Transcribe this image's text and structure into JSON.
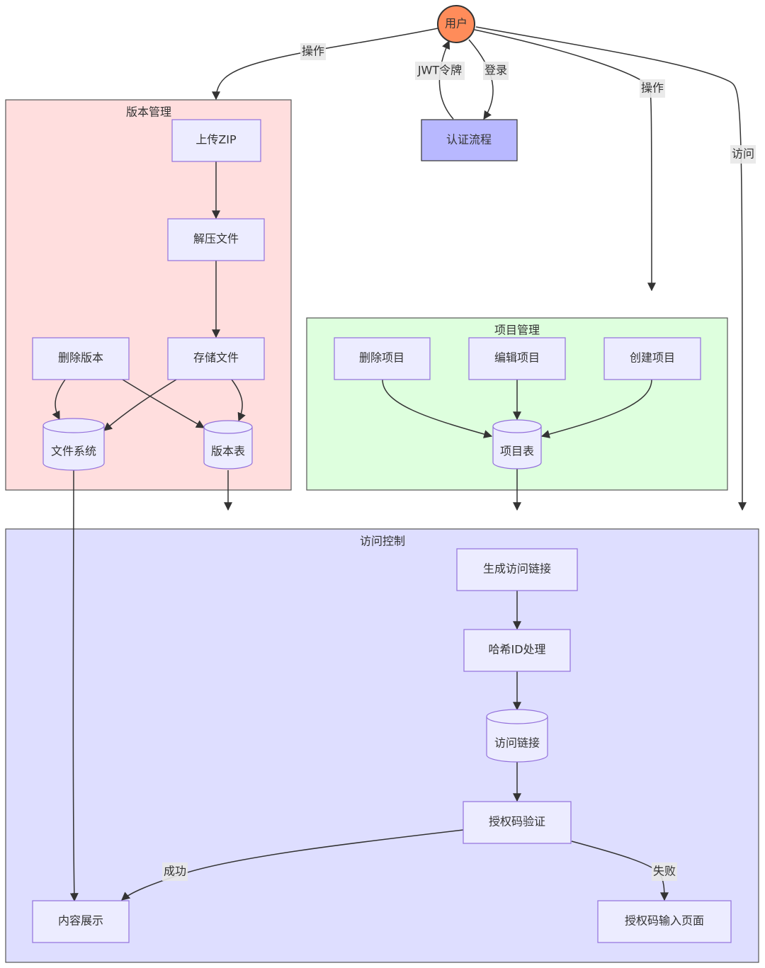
{
  "colors": {
    "user_node": "#FF8C5A",
    "auth_node": "#B8B8FF",
    "node_fill": "#ECECFF",
    "node_stroke": "#9370DB",
    "cluster_version": "#FFDEDE",
    "cluster_project": "#DEFFDE",
    "cluster_access": "#DEDEFF",
    "edge": "#333333"
  },
  "nodes": {
    "user": "用户",
    "auth": "认证流程",
    "upload_zip": "上传ZIP",
    "unzip": "解压文件",
    "delete_version": "删除版本",
    "store_files": "存储文件",
    "file_system": "文件系统",
    "version_table": "版本表",
    "delete_project": "删除项目",
    "edit_project": "编辑项目",
    "create_project": "创建项目",
    "project_table": "项目表",
    "gen_link": "生成访问链接",
    "hash_id": "哈希ID处理",
    "access_link": "访问链接",
    "auth_code_verify": "授权码验证",
    "content_display": "内容展示",
    "auth_code_page": "授权码输入页面"
  },
  "clusters": {
    "version_mgmt": "版本管理",
    "project_mgmt": "项目管理",
    "access_control": "访问控制"
  },
  "edge_labels": {
    "op_left": "操作",
    "jwt": "JWT令牌",
    "login": "登录",
    "op_right": "操作",
    "visit": "访问",
    "success": "成功",
    "fail": "失败"
  }
}
